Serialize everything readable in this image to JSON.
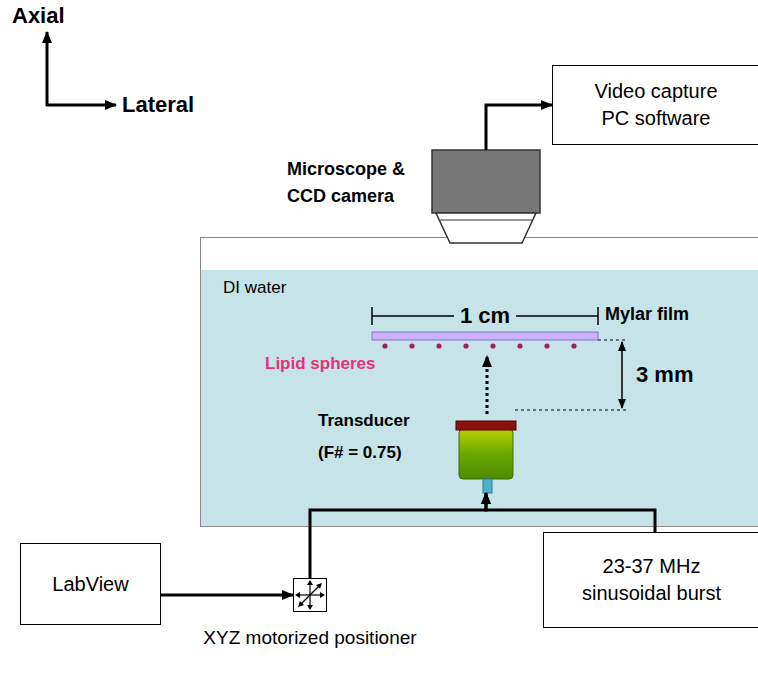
{
  "diagram": {
    "nodes": [
      {
        "text": [
          "Video capture PC software"
        ]
      },
      {
        "text": [
          "Microscope & CCD camera"
        ]
      },
      {
        "text": [
          "DI water"
        ]
      },
      {
        "text": [
          "Transducer (F# = 0.75)"
        ],
        "in": 2
      },
      {
        "text": [
          "LabView"
        ]
      },
      {
        "text": [
          "XYZ motorized positioner"
        ]
      },
      {
        "text": [
          "23-37 MHz sinusoidal burst"
        ]
      }
    ],
    "edges": [
      {
        "from": 1,
        "to": 0,
        "arrow": "to"
      },
      {
        "from": 4,
        "to": 5,
        "arrow": "to"
      },
      {
        "from": 5,
        "to": 3,
        "arrow": "to"
      },
      {
        "from": 6,
        "to": 3,
        "arrow": "to"
      }
    ],
    "labels": [
      "Axial",
      "Lateral",
      "1 cm",
      "Mylar film",
      "Lipid spheres",
      "3 mm"
    ]
  }
}
